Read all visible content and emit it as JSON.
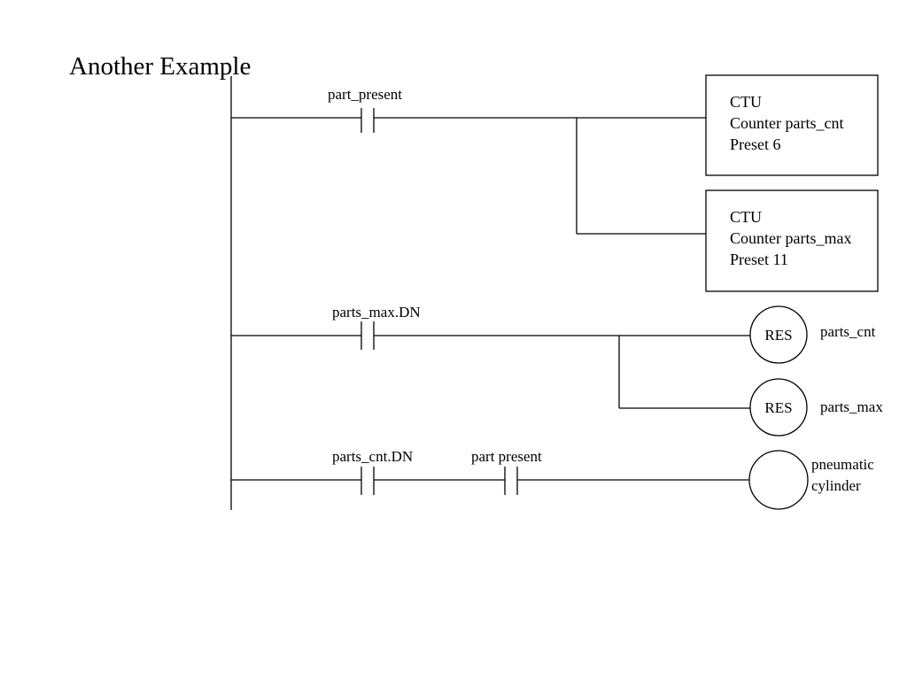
{
  "title": "Another Example",
  "rungs": [
    {
      "contacts": [
        {
          "label": "part_present"
        }
      ],
      "outputs": [
        {
          "type": "CTU",
          "lines": [
            "CTU",
            "Counter parts_cnt",
            "Preset 6"
          ]
        },
        {
          "type": "CTU",
          "lines": [
            "CTU",
            "Counter parts_max",
            "Preset 11"
          ]
        }
      ]
    },
    {
      "contacts": [
        {
          "label": "parts_max.DN"
        }
      ],
      "outputs": [
        {
          "type": "RES",
          "text": "RES",
          "target": "parts_cnt"
        },
        {
          "type": "RES",
          "text": "RES",
          "target": "parts_max"
        }
      ]
    },
    {
      "contacts": [
        {
          "label": "parts_cnt.DN"
        },
        {
          "label": "part present"
        }
      ],
      "outputs": [
        {
          "type": "coil",
          "text": "",
          "target_lines": [
            "pneumatic",
            "cylinder"
          ]
        }
      ]
    }
  ]
}
